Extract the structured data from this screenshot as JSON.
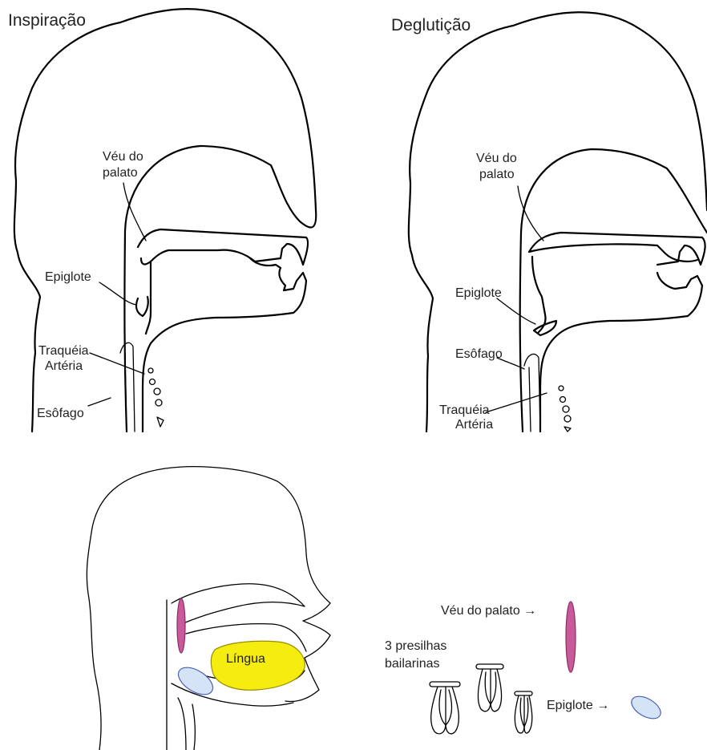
{
  "top_left": {
    "title": "Inspiração",
    "veu_line1": "Véu do",
    "veu_line2": "palato",
    "epiglote": "Epiglote",
    "traqueia": "Traquéia",
    "arteria": "Artéria",
    "esofago": "Esôfago"
  },
  "top_right": {
    "title": "Deglutição",
    "veu_line1": "Véu do",
    "veu_line2": "palato",
    "epiglote": "Epiglote",
    "esofago": "Esôfago",
    "traqueia": "Traquéia",
    "arteria": "Artéria"
  },
  "bottom_left": {
    "lingua": "Língua"
  },
  "bottom_right": {
    "veu_do_palato": "Véu do palato →",
    "presilhas_line1": "3 presilhas",
    "presilhas_line2": "bailarinas",
    "epiglote": "Epiglote →"
  },
  "colors": {
    "veu_fill": "#c85a9a",
    "veu_stroke": "#8a2c68",
    "epiglote_fill": "#d4e4f6",
    "epiglote_stroke": "#4860b0",
    "lingua_fill": "#f5ec10",
    "lingua_stroke": "#9a8c00"
  }
}
